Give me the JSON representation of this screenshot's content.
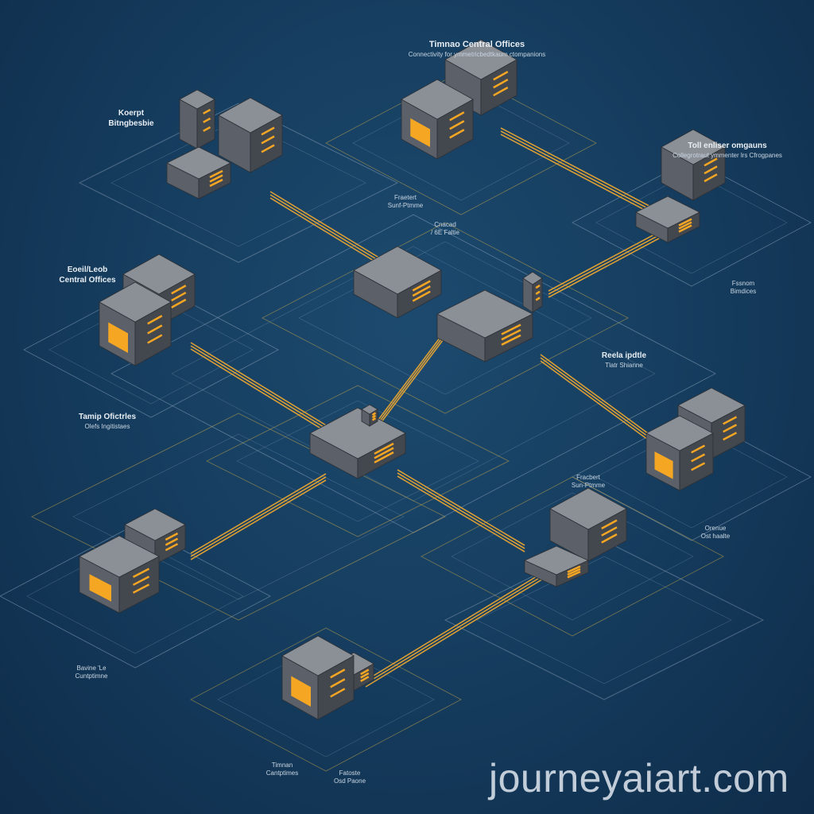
{
  "title": "Timnao Central Offices",
  "subtitle": "Connectivity for ymmetricbedtkaum ctompanions",
  "labels": [
    {
      "title": "Koerpt",
      "sub": "Bitngbesbie"
    },
    {
      "title": "Toll enliser omgauns",
      "sub": "Collegrotraut ymmenter lrs Cfrogpanes"
    },
    {
      "title": "Fraetert",
      "sub": "Sunf-Ptmme"
    },
    {
      "title": "Cnacad",
      "sub": "/ 6E Faltie"
    },
    {
      "title": "Eoeil/Leob",
      "sub": "Central Offices"
    },
    {
      "title": "Fssnom",
      "sub": "Bimdices"
    },
    {
      "title": "Reela ipdtle",
      "sub": "Tlatr Shianne"
    },
    {
      "title": "Tamip Ofictrles",
      "sub": "Olefs Ingitistaes"
    },
    {
      "title": "Fracbert",
      "sub": "Sun-Ptmme"
    },
    {
      "title": "Orenue",
      "sub": "Ost haalte"
    },
    {
      "title": "Bavine 'Le",
      "sub": "Cuntptimne"
    },
    {
      "title": "Timnan",
      "sub": "Cantptimes"
    },
    {
      "title": "Fatoste",
      "sub": "Osd Paone"
    }
  ],
  "colors": {
    "background": "#163e60",
    "link": "#f0a830",
    "outline": "#c8a848",
    "window": "#f5a623"
  },
  "watermark": "journeyaiart.com"
}
